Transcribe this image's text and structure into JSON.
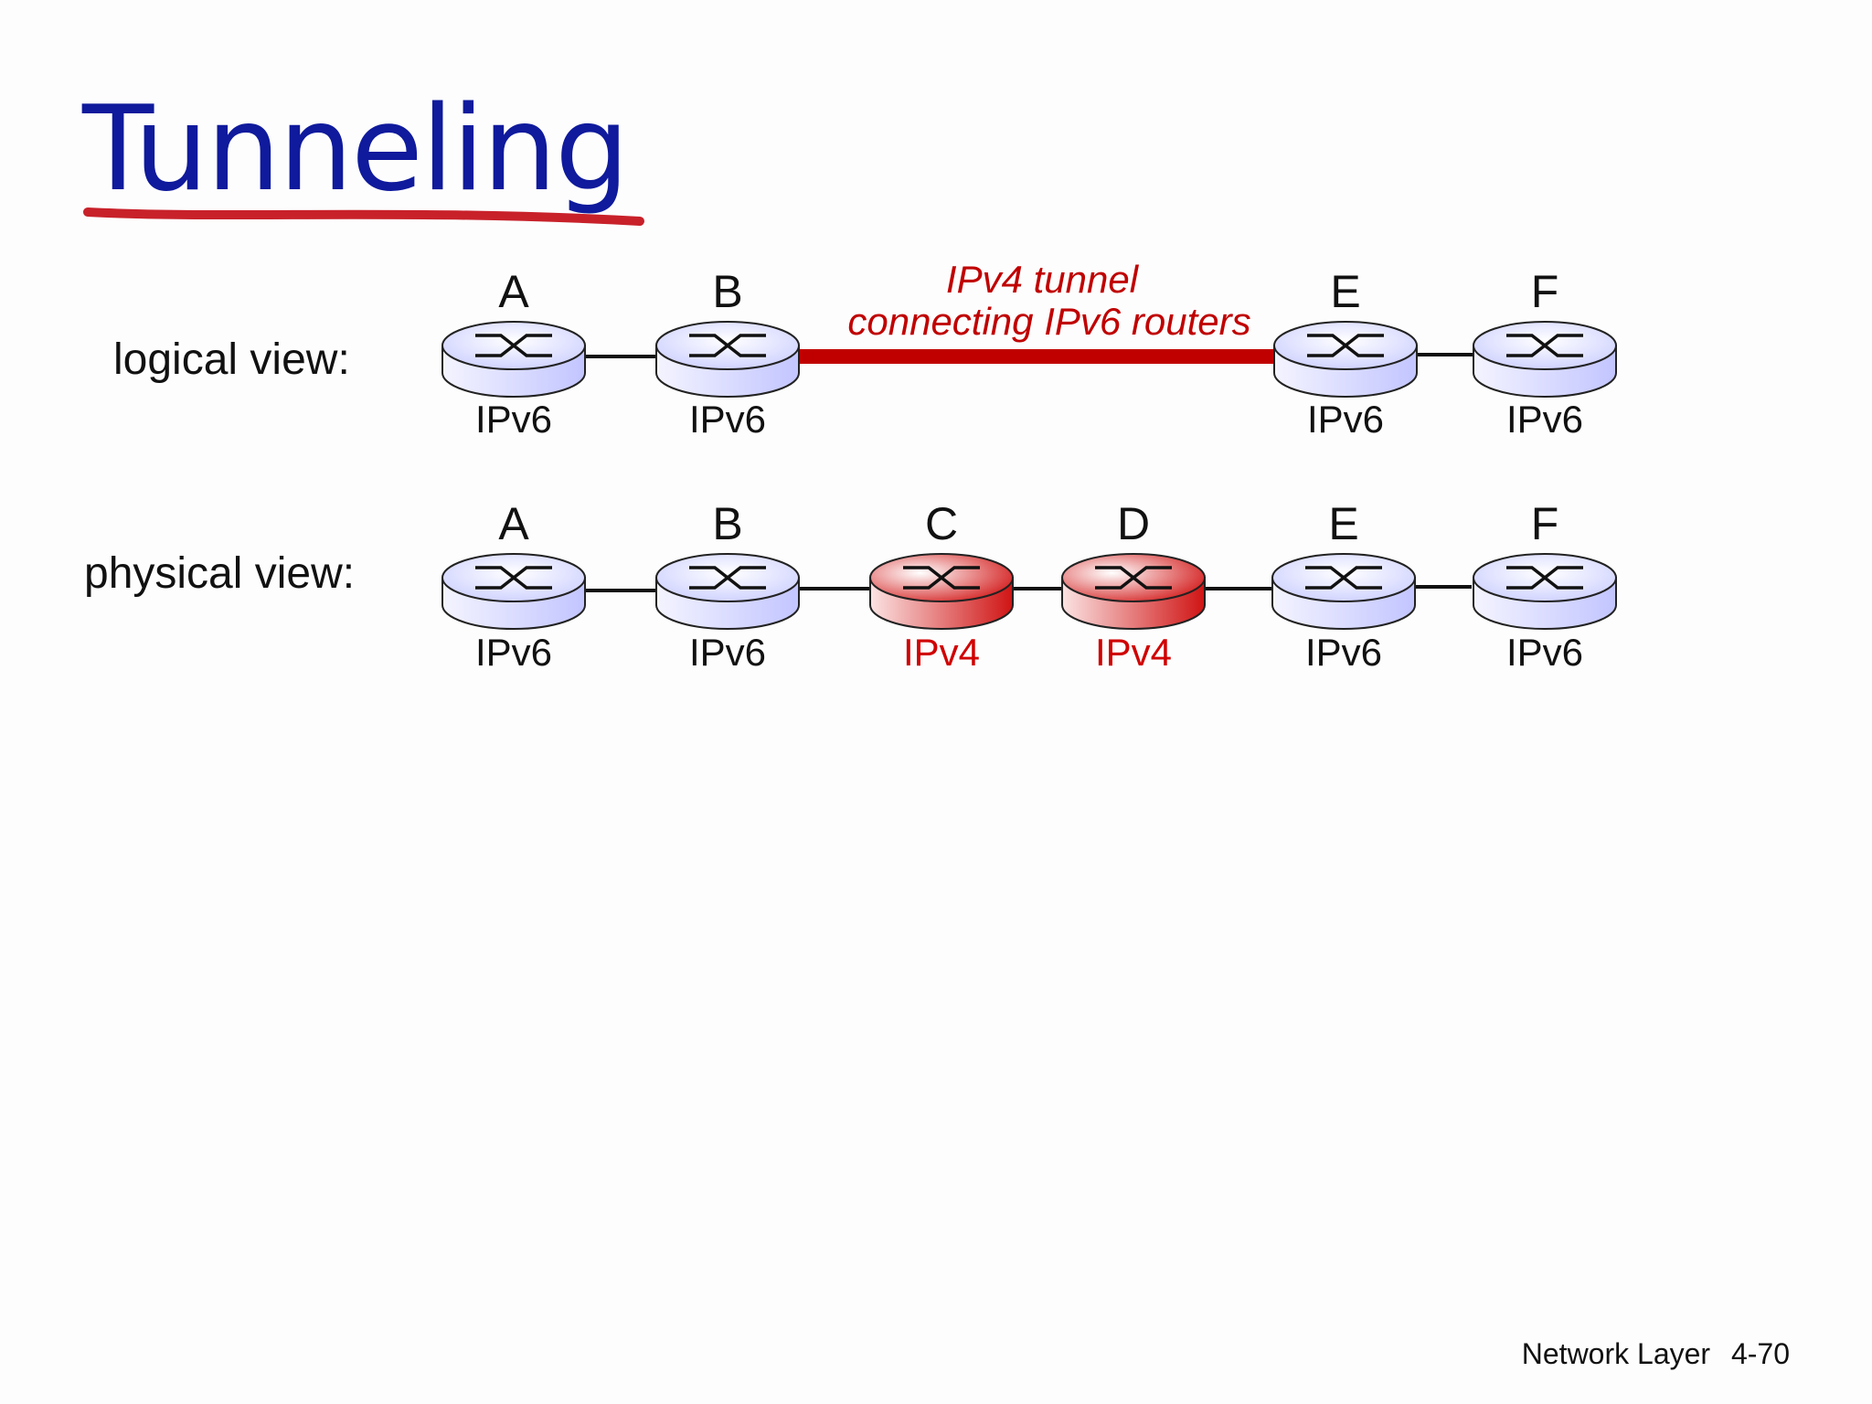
{
  "slide": {
    "title": "Tunneling",
    "logical": {
      "label": "logical view:",
      "tunnel_label_line1": "IPv4 tunnel",
      "tunnel_label_line2": "connecting IPv6 routers",
      "routers": [
        {
          "letter": "A",
          "proto": "IPv6",
          "kind": "ipv6"
        },
        {
          "letter": "B",
          "proto": "IPv6",
          "kind": "ipv6"
        },
        {
          "letter": "E",
          "proto": "IPv6",
          "kind": "ipv6"
        },
        {
          "letter": "F",
          "proto": "IPv6",
          "kind": "ipv6"
        }
      ]
    },
    "physical": {
      "label": "physical view:",
      "routers": [
        {
          "letter": "A",
          "proto": "IPv6",
          "kind": "ipv6"
        },
        {
          "letter": "B",
          "proto": "IPv6",
          "kind": "ipv6"
        },
        {
          "letter": "C",
          "proto": "IPv4",
          "kind": "ipv4"
        },
        {
          "letter": "D",
          "proto": "IPv4",
          "kind": "ipv4"
        },
        {
          "letter": "E",
          "proto": "IPv6",
          "kind": "ipv6"
        },
        {
          "letter": "F",
          "proto": "IPv6",
          "kind": "ipv6"
        }
      ]
    },
    "footer": {
      "section": "Network Layer",
      "page": "4-70"
    },
    "colors": {
      "title": "#0f1a9c",
      "accent": "#c00000",
      "ipv6_router": "#d9dbff",
      "ipv4_router": "#d61a1a"
    },
    "icons": {
      "router": "router-icon"
    }
  }
}
